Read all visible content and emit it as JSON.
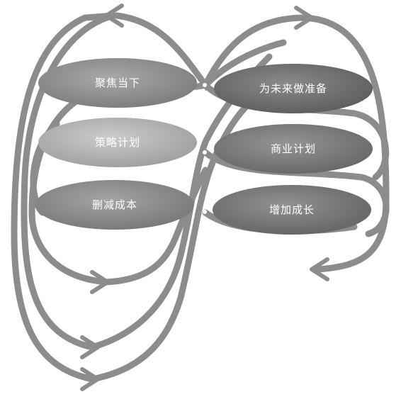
{
  "left_nodes": [
    {
      "label": "聚焦当下",
      "color": "#8f8f8f"
    },
    {
      "label": "策略计划",
      "color": "#b4b4b4"
    },
    {
      "label": "删减成本",
      "color": "#8a8a8a"
    }
  ],
  "right_nodes": [
    {
      "label": "为未来做准备",
      "color": "#6e6e6e"
    },
    {
      "label": "商业计划",
      "color": "#7a7a7a"
    },
    {
      "label": "增加成长",
      "color": "#777777"
    }
  ],
  "colors": {
    "arrow": "#8c8c8c",
    "label": "#ffffff",
    "background": "#ffffff"
  }
}
